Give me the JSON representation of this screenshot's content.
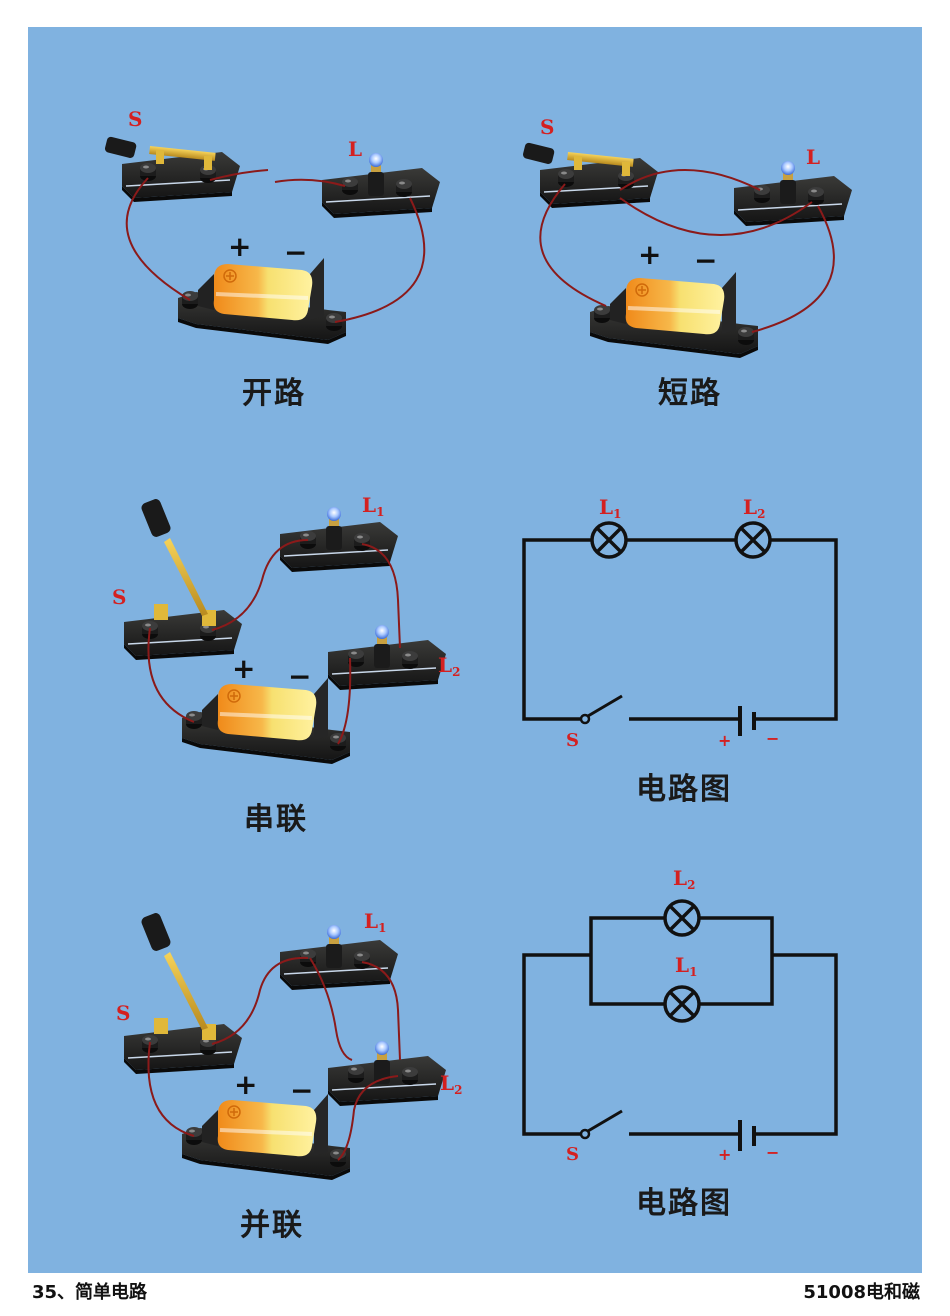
{
  "page": {
    "background_color": "#80b2e0",
    "label_color": "#d42020"
  },
  "footer": {
    "left": "35、简单电路",
    "right": "51008电和磁"
  },
  "panels": {
    "open_circuit": {
      "caption": "开路",
      "switch_label": "S",
      "lamp_label": "L",
      "plus": "+",
      "minus": "−"
    },
    "short_circuit": {
      "caption": "短路",
      "switch_label": "S",
      "lamp_label": "L",
      "plus": "+",
      "minus": "−"
    },
    "series": {
      "caption": "串联",
      "switch_label": "S",
      "lamp1_label": "L",
      "lamp1_sub": "1",
      "lamp2_label": "L",
      "lamp2_sub": "2",
      "plus": "+",
      "minus": "−"
    },
    "series_schematic": {
      "caption": "电路图",
      "lamp1_label": "L",
      "lamp1_sub": "1",
      "lamp2_label": "L",
      "lamp2_sub": "2",
      "switch_label": "S",
      "plus": "+",
      "minus": "−"
    },
    "parallel": {
      "caption": "并联",
      "switch_label": "S",
      "lamp1_label": "L",
      "lamp1_sub": "1",
      "lamp2_label": "L",
      "lamp2_sub": "2",
      "plus": "+",
      "minus": "−"
    },
    "parallel_schematic": {
      "caption": "电路图",
      "lamp1_label": "L",
      "lamp1_sub": "1",
      "lamp2_label": "L",
      "lamp2_sub": "2",
      "switch_label": "S",
      "plus": "+",
      "minus": "−"
    }
  }
}
